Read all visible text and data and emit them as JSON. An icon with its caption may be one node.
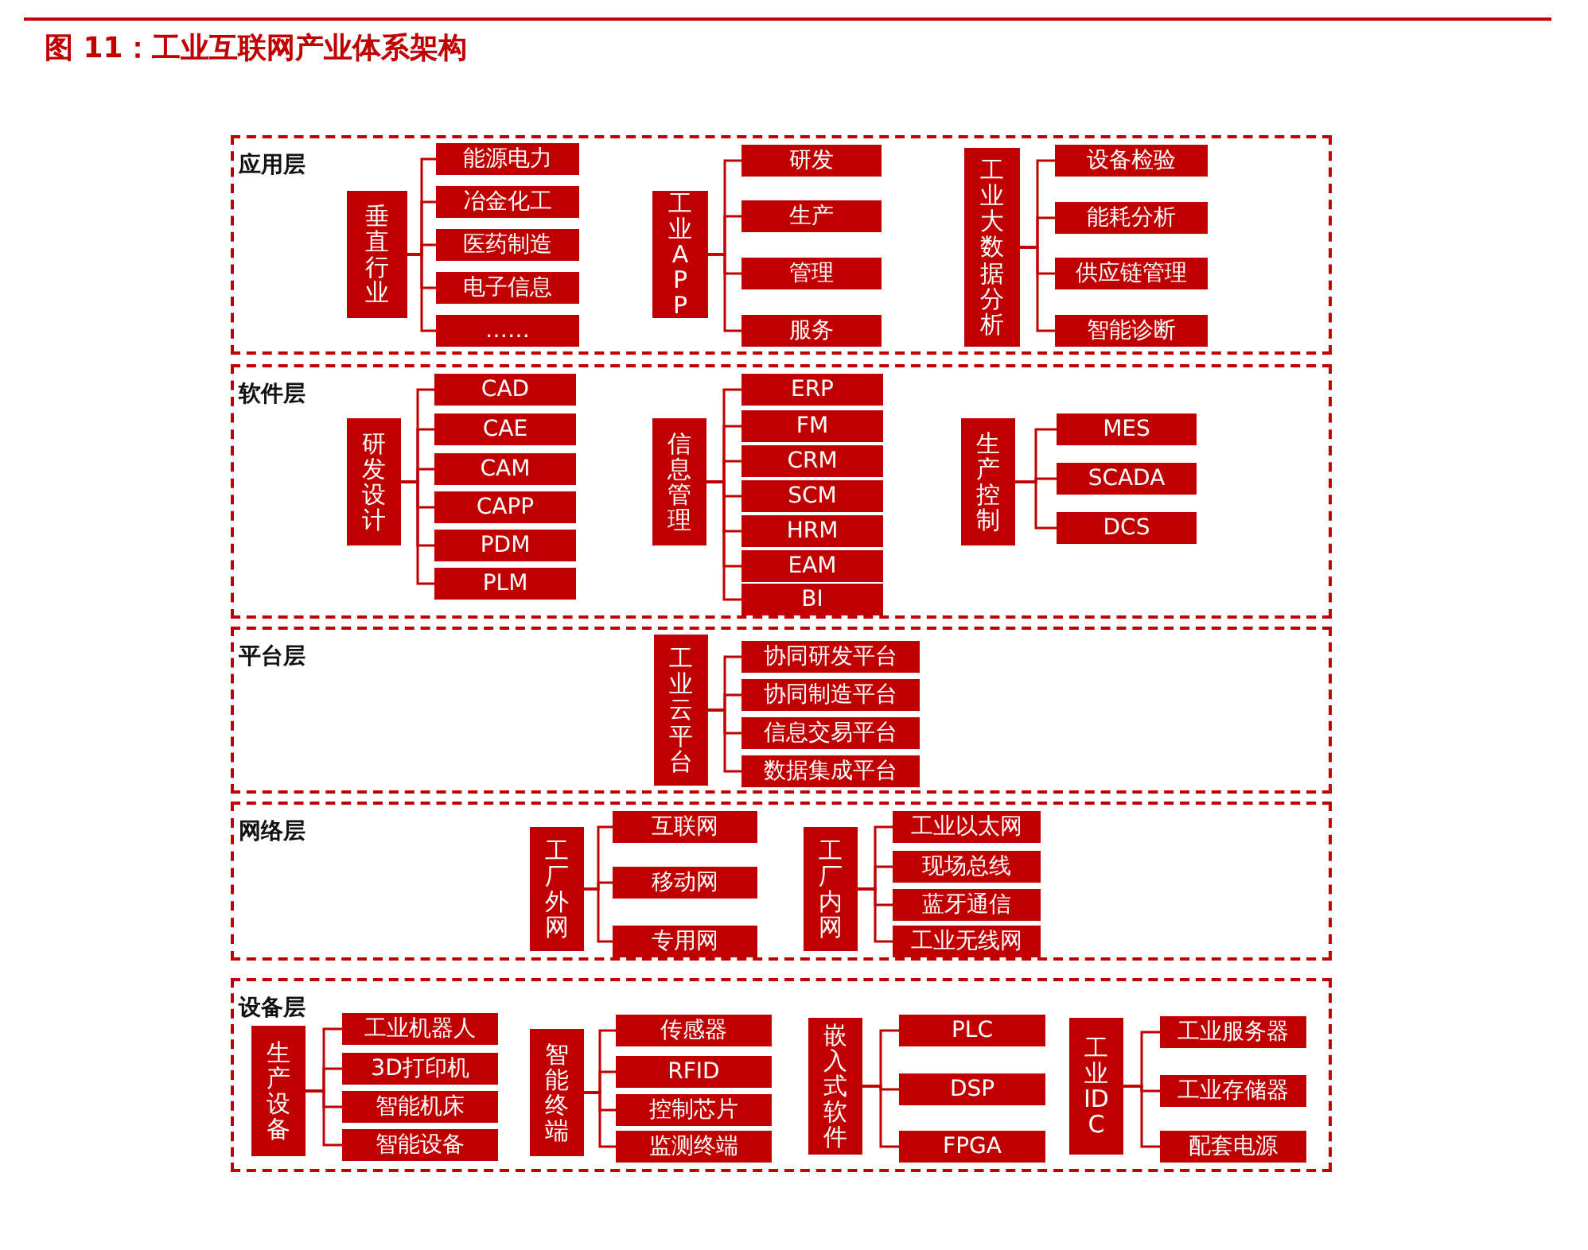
{
  "diagram": {
    "title": "图 11：工业互联网产业体系架构",
    "nodes": [
      {
        "text": [
          "应用层"
        ]
      },
      {
        "text": [
          "垂直行业"
        ],
        "in": 0
      },
      {
        "text": [
          "能源电力"
        ],
        "in": 0
      },
      {
        "text": [
          "冶金化工"
        ],
        "in": 0
      },
      {
        "text": [
          "医药制造"
        ],
        "in": 0
      },
      {
        "text": [
          "电子信息"
        ],
        "in": 0
      },
      {
        "text": [
          "……"
        ],
        "in": 0
      },
      {
        "text": [
          "工业APP"
        ],
        "in": 0
      },
      {
        "text": [
          "研发"
        ],
        "in": 0
      },
      {
        "text": [
          "生产"
        ],
        "in": 0
      },
      {
        "text": [
          "管理"
        ],
        "in": 0
      },
      {
        "text": [
          "服务"
        ],
        "in": 0
      },
      {
        "text": [
          "工业大数据分析"
        ],
        "in": 0
      },
      {
        "text": [
          "设备检验"
        ],
        "in": 0
      },
      {
        "text": [
          "能耗分析"
        ],
        "in": 0
      },
      {
        "text": [
          "供应链管理"
        ],
        "in": 0
      },
      {
        "text": [
          "智能诊断"
        ],
        "in": 0
      },
      {
        "text": [
          "软件层"
        ]
      },
      {
        "text": [
          "研发设计"
        ],
        "in": 17
      },
      {
        "text": [
          "CAD"
        ],
        "in": 17
      },
      {
        "text": [
          "CAE"
        ],
        "in": 17
      },
      {
        "text": [
          "CAM"
        ],
        "in": 17
      },
      {
        "text": [
          "CAPP"
        ],
        "in": 17
      },
      {
        "text": [
          "PDM"
        ],
        "in": 17
      },
      {
        "text": [
          "PLM"
        ],
        "in": 17
      },
      {
        "text": [
          "信息管理"
        ],
        "in": 17
      },
      {
        "text": [
          "ERP"
        ],
        "in": 17
      },
      {
        "text": [
          "FM"
        ],
        "in": 17
      },
      {
        "text": [
          "CRM"
        ],
        "in": 17
      },
      {
        "text": [
          "SCM"
        ],
        "in": 17
      },
      {
        "text": [
          "HRM"
        ],
        "in": 17
      },
      {
        "text": [
          "EAM"
        ],
        "in": 17
      },
      {
        "text": [
          "BI"
        ],
        "in": 17
      },
      {
        "text": [
          "生产控制"
        ],
        "in": 17
      },
      {
        "text": [
          "MES"
        ],
        "in": 17
      },
      {
        "text": [
          "SCADA"
        ],
        "in": 17
      },
      {
        "text": [
          "DCS"
        ],
        "in": 17
      },
      {
        "text": [
          "平台层"
        ]
      },
      {
        "text": [
          "工业云平台"
        ],
        "in": 37
      },
      {
        "text": [
          "协同研发平台"
        ],
        "in": 37
      },
      {
        "text": [
          "协同制造平台"
        ],
        "in": 37
      },
      {
        "text": [
          "信息交易平台"
        ],
        "in": 37
      },
      {
        "text": [
          "数据集成平台"
        ],
        "in": 37
      },
      {
        "text": [
          "网络层"
        ]
      },
      {
        "text": [
          "工厂外网"
        ],
        "in": 43
      },
      {
        "text": [
          "互联网"
        ],
        "in": 43
      },
      {
        "text": [
          "移动网"
        ],
        "in": 43
      },
      {
        "text": [
          "专用网"
        ],
        "in": 43
      },
      {
        "text": [
          "工厂内网"
        ],
        "in": 43
      },
      {
        "text": [
          "工业以太网"
        ],
        "in": 43
      },
      {
        "text": [
          "现场总线"
        ],
        "in": 43
      },
      {
        "text": [
          "蓝牙通信"
        ],
        "in": 43
      },
      {
        "text": [
          "工业无线网"
        ],
        "in": 43
      },
      {
        "text": [
          "设备层"
        ]
      },
      {
        "text": [
          "生产设备"
        ],
        "in": 53
      },
      {
        "text": [
          "工业机器人"
        ],
        "in": 53
      },
      {
        "text": [
          "3D打印机"
        ],
        "in": 53
      },
      {
        "text": [
          "智能机床"
        ],
        "in": 53
      },
      {
        "text": [
          "智能设备"
        ],
        "in": 53
      },
      {
        "text": [
          "智能终端"
        ],
        "in": 53
      },
      {
        "text": [
          "传感器"
        ],
        "in": 53
      },
      {
        "text": [
          "RFID"
        ],
        "in": 53
      },
      {
        "text": [
          "控制芯片"
        ],
        "in": 53
      },
      {
        "text": [
          "监测终端"
        ],
        "in": 53
      },
      {
        "text": [
          "嵌入式软件"
        ],
        "in": 53
      },
      {
        "text": [
          "PLC"
        ],
        "in": 53
      },
      {
        "text": [
          "DSP"
        ],
        "in": 53
      },
      {
        "text": [
          "FPGA"
        ],
        "in": 53
      },
      {
        "text": [
          "工业IDC"
        ],
        "in": 53
      },
      {
        "text": [
          "工业服务器"
        ],
        "in": 53
      },
      {
        "text": [
          "工业存储器"
        ],
        "in": 53
      },
      {
        "text": [
          "配套电源"
        ],
        "in": 53
      }
    ],
    "edges": [
      {
        "from": 1,
        "to": 2,
        "arrow": "none"
      },
      {
        "from": 1,
        "to": 3,
        "arrow": "none"
      },
      {
        "from": 1,
        "to": 4,
        "arrow": "none"
      },
      {
        "from": 1,
        "to": 5,
        "arrow": "none"
      },
      {
        "from": 1,
        "to": 6,
        "arrow": "none"
      },
      {
        "from": 7,
        "to": 8,
        "arrow": "none"
      },
      {
        "from": 7,
        "to": 9,
        "arrow": "none"
      },
      {
        "from": 7,
        "to": 10,
        "arrow": "none"
      },
      {
        "from": 7,
        "to": 11,
        "arrow": "none"
      },
      {
        "from": 12,
        "to": 13,
        "arrow": "none"
      },
      {
        "from": 12,
        "to": 14,
        "arrow": "none"
      },
      {
        "from": 12,
        "to": 15,
        "arrow": "none"
      },
      {
        "from": 12,
        "to": 16,
        "arrow": "none"
      },
      {
        "from": 18,
        "to": 19,
        "arrow": "none"
      },
      {
        "from": 18,
        "to": 20,
        "arrow": "none"
      },
      {
        "from": 18,
        "to": 21,
        "arrow": "none"
      },
      {
        "from": 18,
        "to": 22,
        "arrow": "none"
      },
      {
        "from": 18,
        "to": 23,
        "arrow": "none"
      },
      {
        "from": 18,
        "to": 24,
        "arrow": "none"
      },
      {
        "from": 25,
        "to": 26,
        "arrow": "none"
      },
      {
        "from": 25,
        "to": 27,
        "arrow": "none"
      },
      {
        "from": 25,
        "to": 28,
        "arrow": "none"
      },
      {
        "from": 25,
        "to": 29,
        "arrow": "none"
      },
      {
        "from": 25,
        "to": 30,
        "arrow": "none"
      },
      {
        "from": 25,
        "to": 31,
        "arrow": "none"
      },
      {
        "from": 25,
        "to": 32,
        "arrow": "none"
      },
      {
        "from": 33,
        "to": 34,
        "arrow": "none"
      },
      {
        "from": 33,
        "to": 35,
        "arrow": "none"
      },
      {
        "from": 33,
        "to": 36,
        "arrow": "none"
      },
      {
        "from": 38,
        "to": 39,
        "arrow": "none"
      },
      {
        "from": 38,
        "to": 40,
        "arrow": "none"
      },
      {
        "from": 38,
        "to": 41,
        "arrow": "none"
      },
      {
        "from": 38,
        "to": 42,
        "arrow": "none"
      },
      {
        "from": 44,
        "to": 45,
        "arrow": "none"
      },
      {
        "from": 44,
        "to": 46,
        "arrow": "none"
      },
      {
        "from": 44,
        "to": 47,
        "arrow": "none"
      },
      {
        "from": 48,
        "to": 49,
        "arrow": "none"
      },
      {
        "from": 48,
        "to": 50,
        "arrow": "none"
      },
      {
        "from": 48,
        "to": 51,
        "arrow": "none"
      },
      {
        "from": 48,
        "to": 52,
        "arrow": "none"
      },
      {
        "from": 54,
        "to": 55,
        "arrow": "none"
      },
      {
        "from": 54,
        "to": 56,
        "arrow": "none"
      },
      {
        "from": 54,
        "to": 57,
        "arrow": "none"
      },
      {
        "from": 54,
        "to": 58,
        "arrow": "none"
      },
      {
        "from": 59,
        "to": 60,
        "arrow": "none"
      },
      {
        "from": 59,
        "to": 61,
        "arrow": "none"
      },
      {
        "from": 59,
        "to": 62,
        "arrow": "none"
      },
      {
        "from": 59,
        "to": 63,
        "arrow": "none"
      },
      {
        "from": 64,
        "to": 65,
        "arrow": "none"
      },
      {
        "from": 64,
        "to": 66,
        "arrow": "none"
      },
      {
        "from": 64,
        "to": 67,
        "arrow": "none"
      },
      {
        "from": 68,
        "to": 69,
        "arrow": "none"
      },
      {
        "from": 68,
        "to": 70,
        "arrow": "none"
      },
      {
        "from": 68,
        "to": 71,
        "arrow": "none"
      }
    ]
  }
}
